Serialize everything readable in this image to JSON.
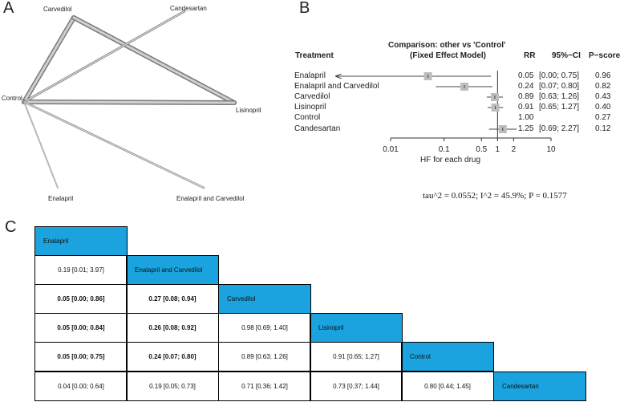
{
  "panels": {
    "a": "A",
    "b": "B",
    "c": "C"
  },
  "network": {
    "nodes": [
      "Carvedilol",
      "Candesartan",
      "Control",
      "Lisinopril",
      "Enalapril",
      "Enalapril and Carvedilol"
    ]
  },
  "forest": {
    "header_comparison": "Comparison: other vs 'Control'",
    "header_model": "(Fixed Effect Model)",
    "col_treatment": "Treatment",
    "col_rr": "RR",
    "col_ci": "95%−CI",
    "col_pscore": "P−score",
    "axis_title": "HF for each drug",
    "ticks": [
      "0.01",
      "0.1",
      "0.5",
      "1",
      "2",
      "10"
    ],
    "rows": [
      {
        "treatment": "Enalapril",
        "rr": "0.05",
        "ci": "[0.00; 0.75]",
        "pscore": "0.96"
      },
      {
        "treatment": "Enalapril and Carvedilol",
        "rr": "0.24",
        "ci": "[0.07; 0.80]",
        "pscore": "0.82"
      },
      {
        "treatment": "Carvedilol",
        "rr": "0.89",
        "ci": "[0.63; 1.26]",
        "pscore": "0.43"
      },
      {
        "treatment": "Lisinopril",
        "rr": "0.91",
        "ci": "[0.65; 1.27]",
        "pscore": "0.40"
      },
      {
        "treatment": "Control",
        "rr": "1.00",
        "ci": "",
        "pscore": "0.27"
      },
      {
        "treatment": "Candesartan",
        "rr": "1.25",
        "ci": "[0.69; 2.27]",
        "pscore": "0.12"
      }
    ]
  },
  "chart_data": {
    "type": "forest",
    "xlabel": "HF for each drug",
    "xscale": "log",
    "xlim": [
      0.01,
      10
    ],
    "reference_line": 1,
    "points": [
      {
        "label": "Enalapril",
        "est": 0.05,
        "lo": 0.0,
        "hi": 0.75
      },
      {
        "label": "Enalapril and Carvedilol",
        "est": 0.24,
        "lo": 0.07,
        "hi": 0.8
      },
      {
        "label": "Carvedilol",
        "est": 0.89,
        "lo": 0.63,
        "hi": 1.26
      },
      {
        "label": "Lisinopril",
        "est": 0.91,
        "lo": 0.65,
        "hi": 1.27
      },
      {
        "label": "Control",
        "est": 1.0,
        "lo": 1.0,
        "hi": 1.0
      },
      {
        "label": "Candesartan",
        "est": 1.25,
        "lo": 0.69,
        "hi": 2.27
      }
    ]
  },
  "stats_line": "tau^2 = 0.0552; I^2 = 45.9%; P = 0.1577",
  "league": {
    "diagonal": [
      "Enalapril",
      "Enalapril and Carvedilol",
      "Carvedilol",
      "Lisinopril",
      "Control",
      "Candesartan"
    ],
    "rows": [
      [
        {
          "text": "0.19 [0.01; 3.97]",
          "bold": false
        }
      ],
      [
        {
          "text": "0.05 [0.00; 0.86]",
          "bold": true
        },
        {
          "text": "0.27 [0.08; 0.94]",
          "bold": true
        }
      ],
      [
        {
          "text": "0.05 [0.00; 0.84]",
          "bold": true
        },
        {
          "text": "0.26 [0.08; 0.92]",
          "bold": true
        },
        {
          "text": "0.98 [0.69; 1.40]",
          "bold": false
        }
      ],
      [
        {
          "text": "0.05 [0.00; 0.75]",
          "bold": true
        },
        {
          "text": "0.24 [0.07; 0.80]",
          "bold": true
        },
        {
          "text": "0.89 [0.63; 1.26]",
          "bold": false
        },
        {
          "text": "0.91 [0.65; 1.27]",
          "bold": false
        }
      ],
      [
        {
          "text": "0.04 [0.00;  0.64]",
          "bold": false
        },
        {
          "text": "0.19 [0.05;  0.73]",
          "bold": false
        },
        {
          "text": "0.71 [0.36;  1.42]",
          "bold": false
        },
        {
          "text": "0.73 [0.37;  1.44]",
          "bold": false
        },
        {
          "text": "0.80 [0.44;  1.45]",
          "bold": false
        }
      ]
    ]
  }
}
